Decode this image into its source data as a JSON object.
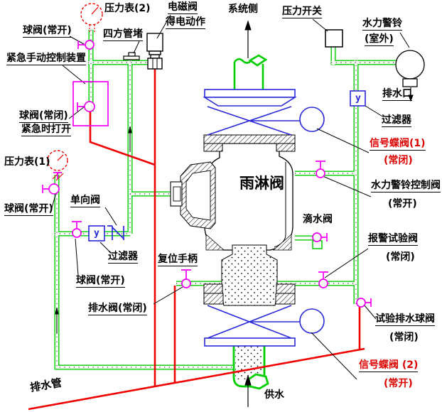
{
  "colors": {
    "pipe_green": "#00CE00",
    "drain_red": "#F00000",
    "valve_magenta": "#F000F0",
    "symbol_blue": "#2828D8",
    "label_red": "#DD0000",
    "ink_black": "#000000"
  },
  "labels": {
    "pressure_gauge_2": "压力表(2)",
    "ball_valve_no_top": "球阀(常开)",
    "four_way_plug": "四方管堵",
    "emergency_manual_device": "紧急手动控制装置",
    "ball_valve_nc": "球阀(常闭)",
    "open_in_emergency": "紧急时打开",
    "solenoid_valve": "电磁阀",
    "energized_action": "得电动作",
    "system_side": "系统侧",
    "pressure_switch": "压力开关",
    "hydraulic_alarm_bell": "水力警铃",
    "outdoor": "(室外)",
    "drain_outlet": "排水口",
    "filter_right": "过滤器",
    "signal_butterfly_1": "信号蝶阀(1)",
    "signal_butterfly_1_state": "(常闭)",
    "bell_control_valve": "水力警铃控制阀",
    "bell_control_valve_state": "(常开)",
    "pressure_gauge_1": "压力表(1)",
    "ball_valve_no_left": "球阀(常开)",
    "check_valve": "单向阀",
    "filter_left": "过滤器",
    "ball_valve_no_bottom": "球阀(常开)",
    "deluge_valve": "雨淋阀",
    "drip_valve": "滴水阀",
    "alarm_test_valve": "报警试验阀",
    "alarm_test_valve_state": "(常闭)",
    "reset_handle": "复位手柄",
    "drain_valve_nc": "排水阀(常闭)",
    "test_drain_ball_valve": "试验排水球阀",
    "test_drain_ball_valve_state": "(常闭)",
    "signal_butterfly_2": "信号蝶阀 (2)",
    "signal_butterfly_2_state": "(常开)",
    "drain_pipe": "排水管",
    "water_supply": "供水",
    "filter_glyph": "y"
  }
}
